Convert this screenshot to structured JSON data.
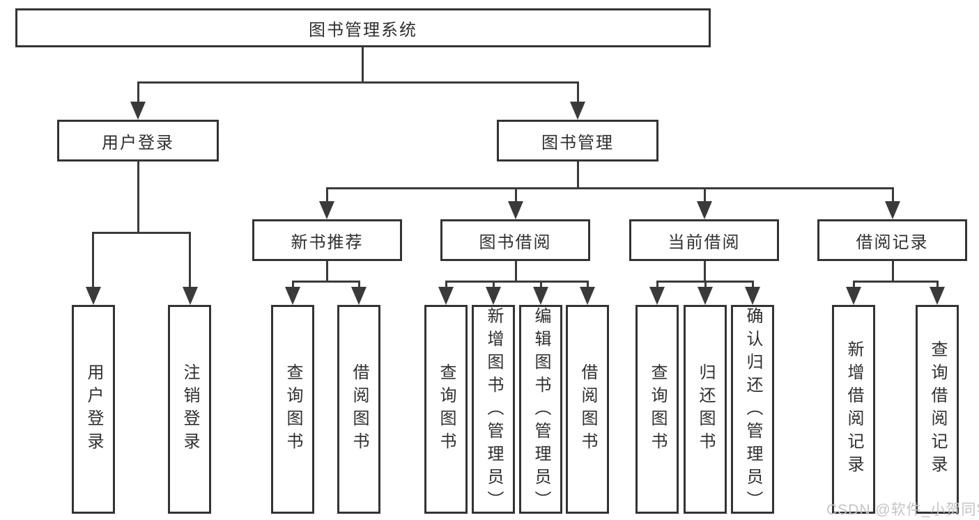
{
  "tree": {
    "root": {
      "label": "图书管理系统"
    },
    "children": [
      {
        "label": "用户登录",
        "children": [
          {
            "label": "用户登录"
          },
          {
            "label": "注销登录"
          }
        ]
      },
      {
        "label": "图书管理",
        "children": [
          {
            "label": "新书推荐",
            "children": [
              {
                "label": "查询图书"
              },
              {
                "label": "借阅图书"
              }
            ]
          },
          {
            "label": "图书借阅",
            "children": [
              {
                "label": "查询图书"
              },
              {
                "label": "新增图书（管理员）"
              },
              {
                "label": "编辑图书（管理员）"
              },
              {
                "label": "借阅图书"
              }
            ]
          },
          {
            "label": "当前借阅",
            "children": [
              {
                "label": "查询图书"
              },
              {
                "label": "归还图书"
              },
              {
                "label": "确认归还（管理员）"
              }
            ]
          },
          {
            "label": "借阅记录",
            "children": [
              {
                "label": "新增借阅记录"
              },
              {
                "label": "查询借阅记录"
              }
            ]
          }
        ]
      }
    ]
  },
  "watermark": {
    "text": "CSDN @软件_小贺同学"
  },
  "colors": {
    "line": "#3a3a3a",
    "border": "#333333",
    "text": "#2f2f2f",
    "background": "#ffffff",
    "watermark": "#c4c4c4"
  }
}
